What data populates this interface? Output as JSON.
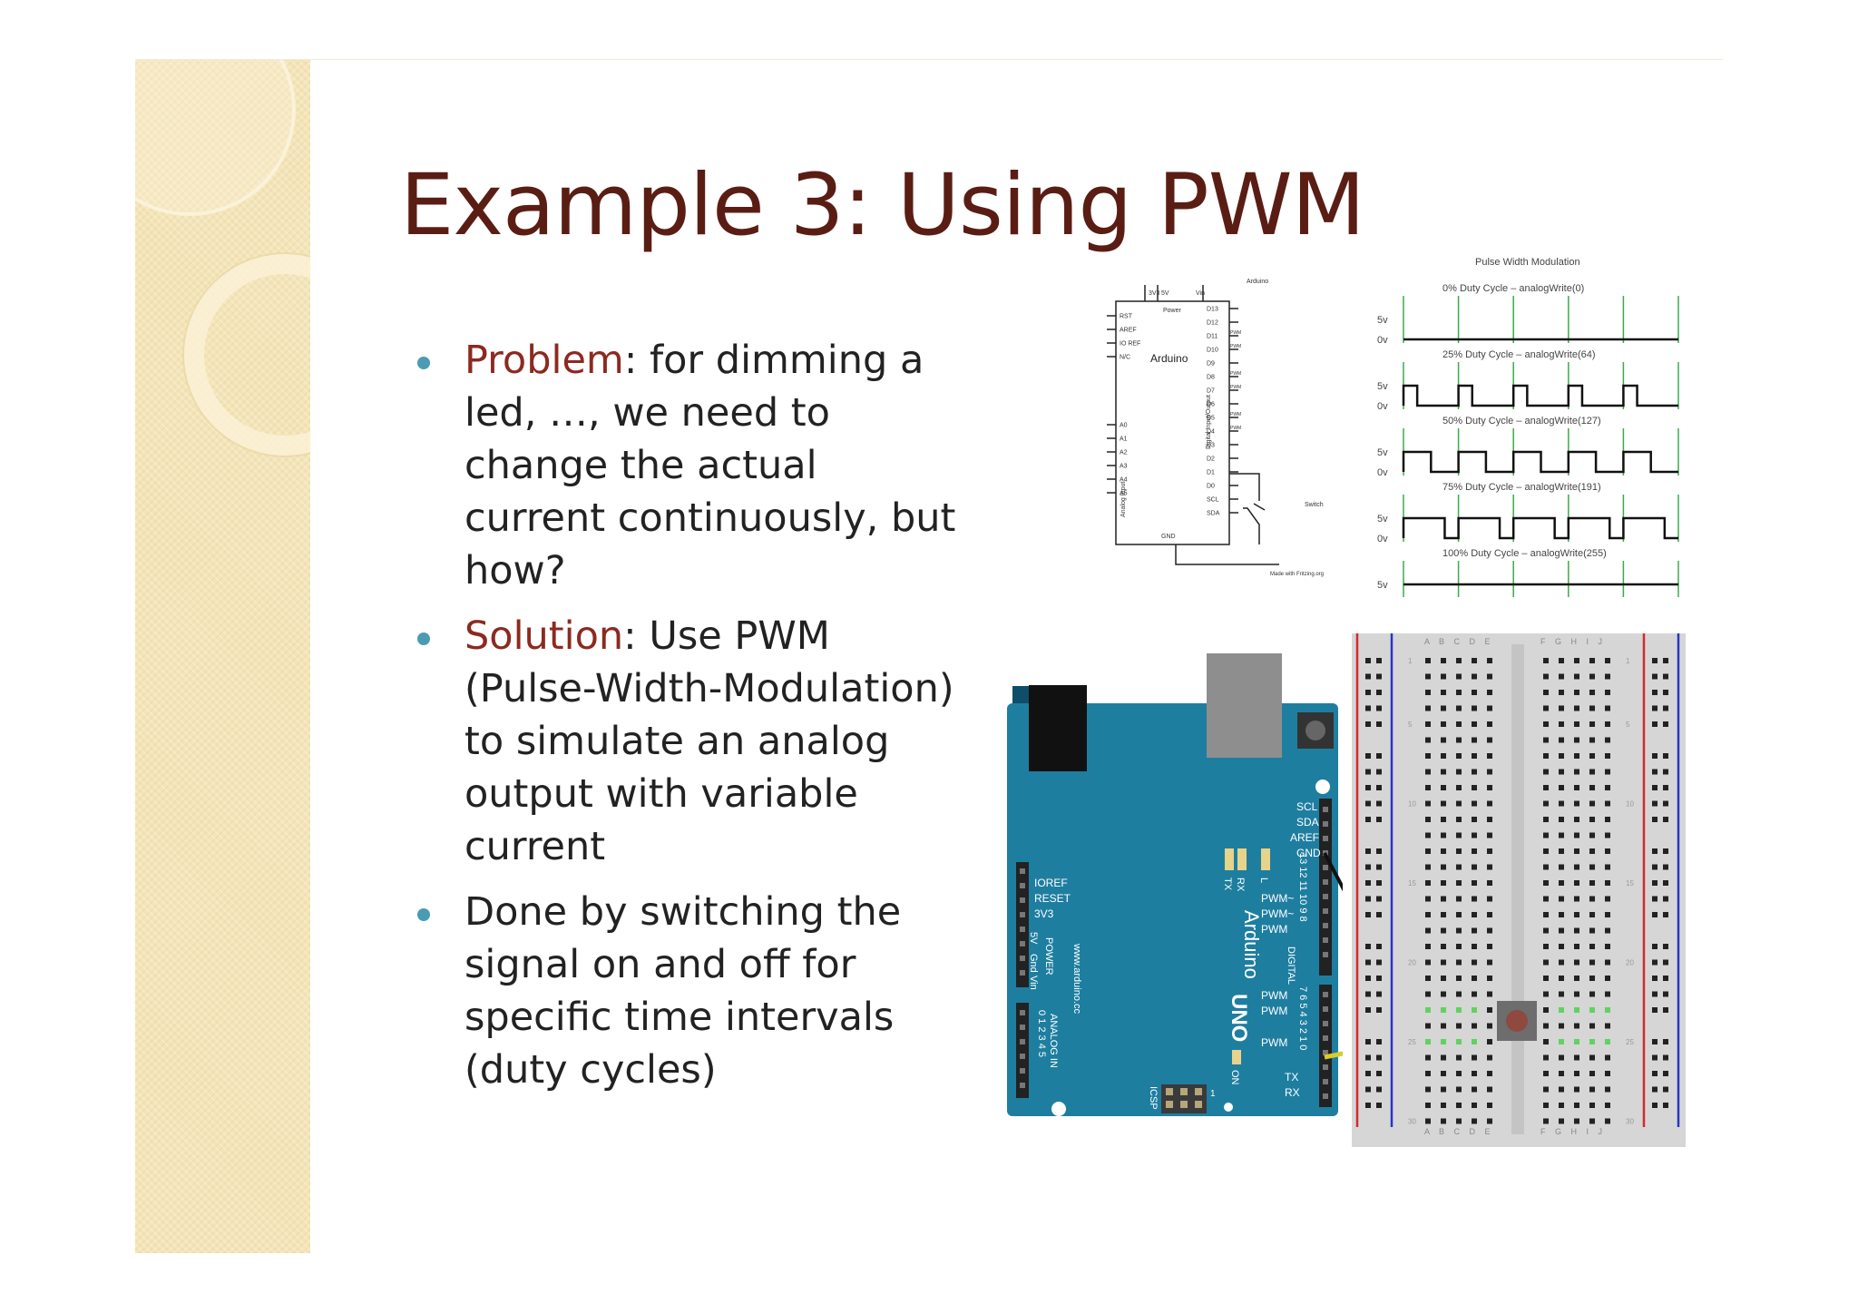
{
  "slide": {
    "title": "Example 3: Using PWM",
    "bullets": [
      {
        "label": "Problem",
        "sep": ":",
        "text": "  for dimming a led, …, we need to change the actual current continuously, but how?"
      },
      {
        "label": "Solution",
        "sep": ":",
        "text": " Use PWM (Pulse-Width-Modulation) to simulate an analog output with variable current"
      },
      {
        "label": "",
        "sep": "",
        "text": "Done by switching the signal on and off for specific time intervals (duty cycles)"
      }
    ]
  },
  "schematic": {
    "top_label": "Arduino",
    "chip_label": "Arduino",
    "power_label": "Power",
    "power_pins": [
      "3V3",
      "5V",
      "Vin"
    ],
    "left_pins": [
      "RST",
      "AREF",
      "IO REF",
      "N/C"
    ],
    "analog_pins": [
      "A0",
      "A1",
      "A2",
      "A3",
      "A4",
      "A5"
    ],
    "right_pins": [
      "D13",
      "D12",
      "D11",
      "D10",
      "D9",
      "D8",
      "D7",
      "D6",
      "D5",
      "D4",
      "D3",
      "D2",
      "D1",
      "D0",
      "SCL",
      "SDA"
    ],
    "pwm_tag": "PWM",
    "digital_label": "Digital Input/Output",
    "analog_label": "Analog Input",
    "gnd_label": "GND",
    "switch_label": "Switch",
    "credit": "Made with Fritzing.org"
  },
  "pwm_chart": {
    "title": "Pulse Width Modulation",
    "high_label": "5v",
    "low_label": "0v",
    "rows": [
      {
        "label": "0% Duty Cycle – analogWrite(0)",
        "duty": 0
      },
      {
        "label": "25% Duty Cycle – analogWrite(64)",
        "duty": 0.25
      },
      {
        "label": "50% Duty Cycle – analogWrite(127)",
        "duty": 0.5
      },
      {
        "label": "75% Duty Cycle – analogWrite(191)",
        "duty": 0.75
      },
      {
        "label": "100% Duty Cycle – analogWrite(255)",
        "duty": 1
      }
    ]
  },
  "board": {
    "name": "Arduino",
    "model": "UNO",
    "url": "www.arduino.cc",
    "left_labels": [
      "IOREF",
      "RESET",
      "3V3",
      "5V",
      "Gnd",
      "Vin"
    ],
    "power_label": "POWER",
    "analog_label": "ANALOG IN",
    "analog_numbers": "0 1 2 3 4 5",
    "right_labels": [
      "SCL",
      "SDA",
      "AREF",
      "GND"
    ],
    "pwm_label": "PWM",
    "pwm_tilde_label": "PWM~",
    "digital_label": "DIGITAL",
    "tx_label": "TX",
    "rx_label": "RX",
    "l_label": "L",
    "on_label": "ON",
    "icsp_label": "ICSP",
    "icsp_pin": "1",
    "digital_numbers_upper": "13 12 11 10 9 8",
    "digital_numbers_lower": "7 6 5 4 3 2 1 0"
  },
  "breadboard": {
    "left_cols": "A B C D E",
    "right_cols": "F G H I J",
    "row_numbers": [
      "1",
      "5",
      "10",
      "15",
      "20",
      "25",
      "30"
    ]
  }
}
